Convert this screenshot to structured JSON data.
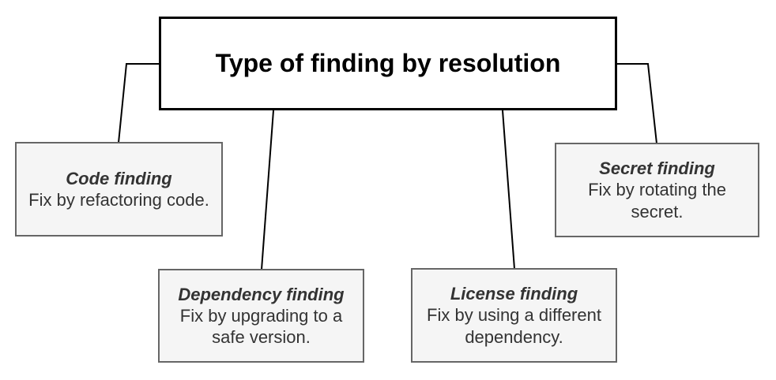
{
  "diagram": {
    "root": {
      "label": "Type of finding by resolution"
    },
    "nodes": [
      {
        "id": "code",
        "title": "Code finding",
        "description": "Fix by refactoring code."
      },
      {
        "id": "dependency",
        "title": "Dependency finding",
        "description": "Fix by upgrading to a\nsafe version."
      },
      {
        "id": "license",
        "title": "License finding",
        "description": "Fix by using a different\ndependency."
      },
      {
        "id": "secret",
        "title": "Secret finding",
        "description": "Fix by rotating the\nsecret."
      }
    ],
    "colors": {
      "root_fill": "#ffffff",
      "root_border": "#000000",
      "root_text": "#000000",
      "node_fill": "#f5f5f5",
      "node_border": "#666666",
      "node_text": "#333333",
      "connector": "#000000"
    }
  }
}
